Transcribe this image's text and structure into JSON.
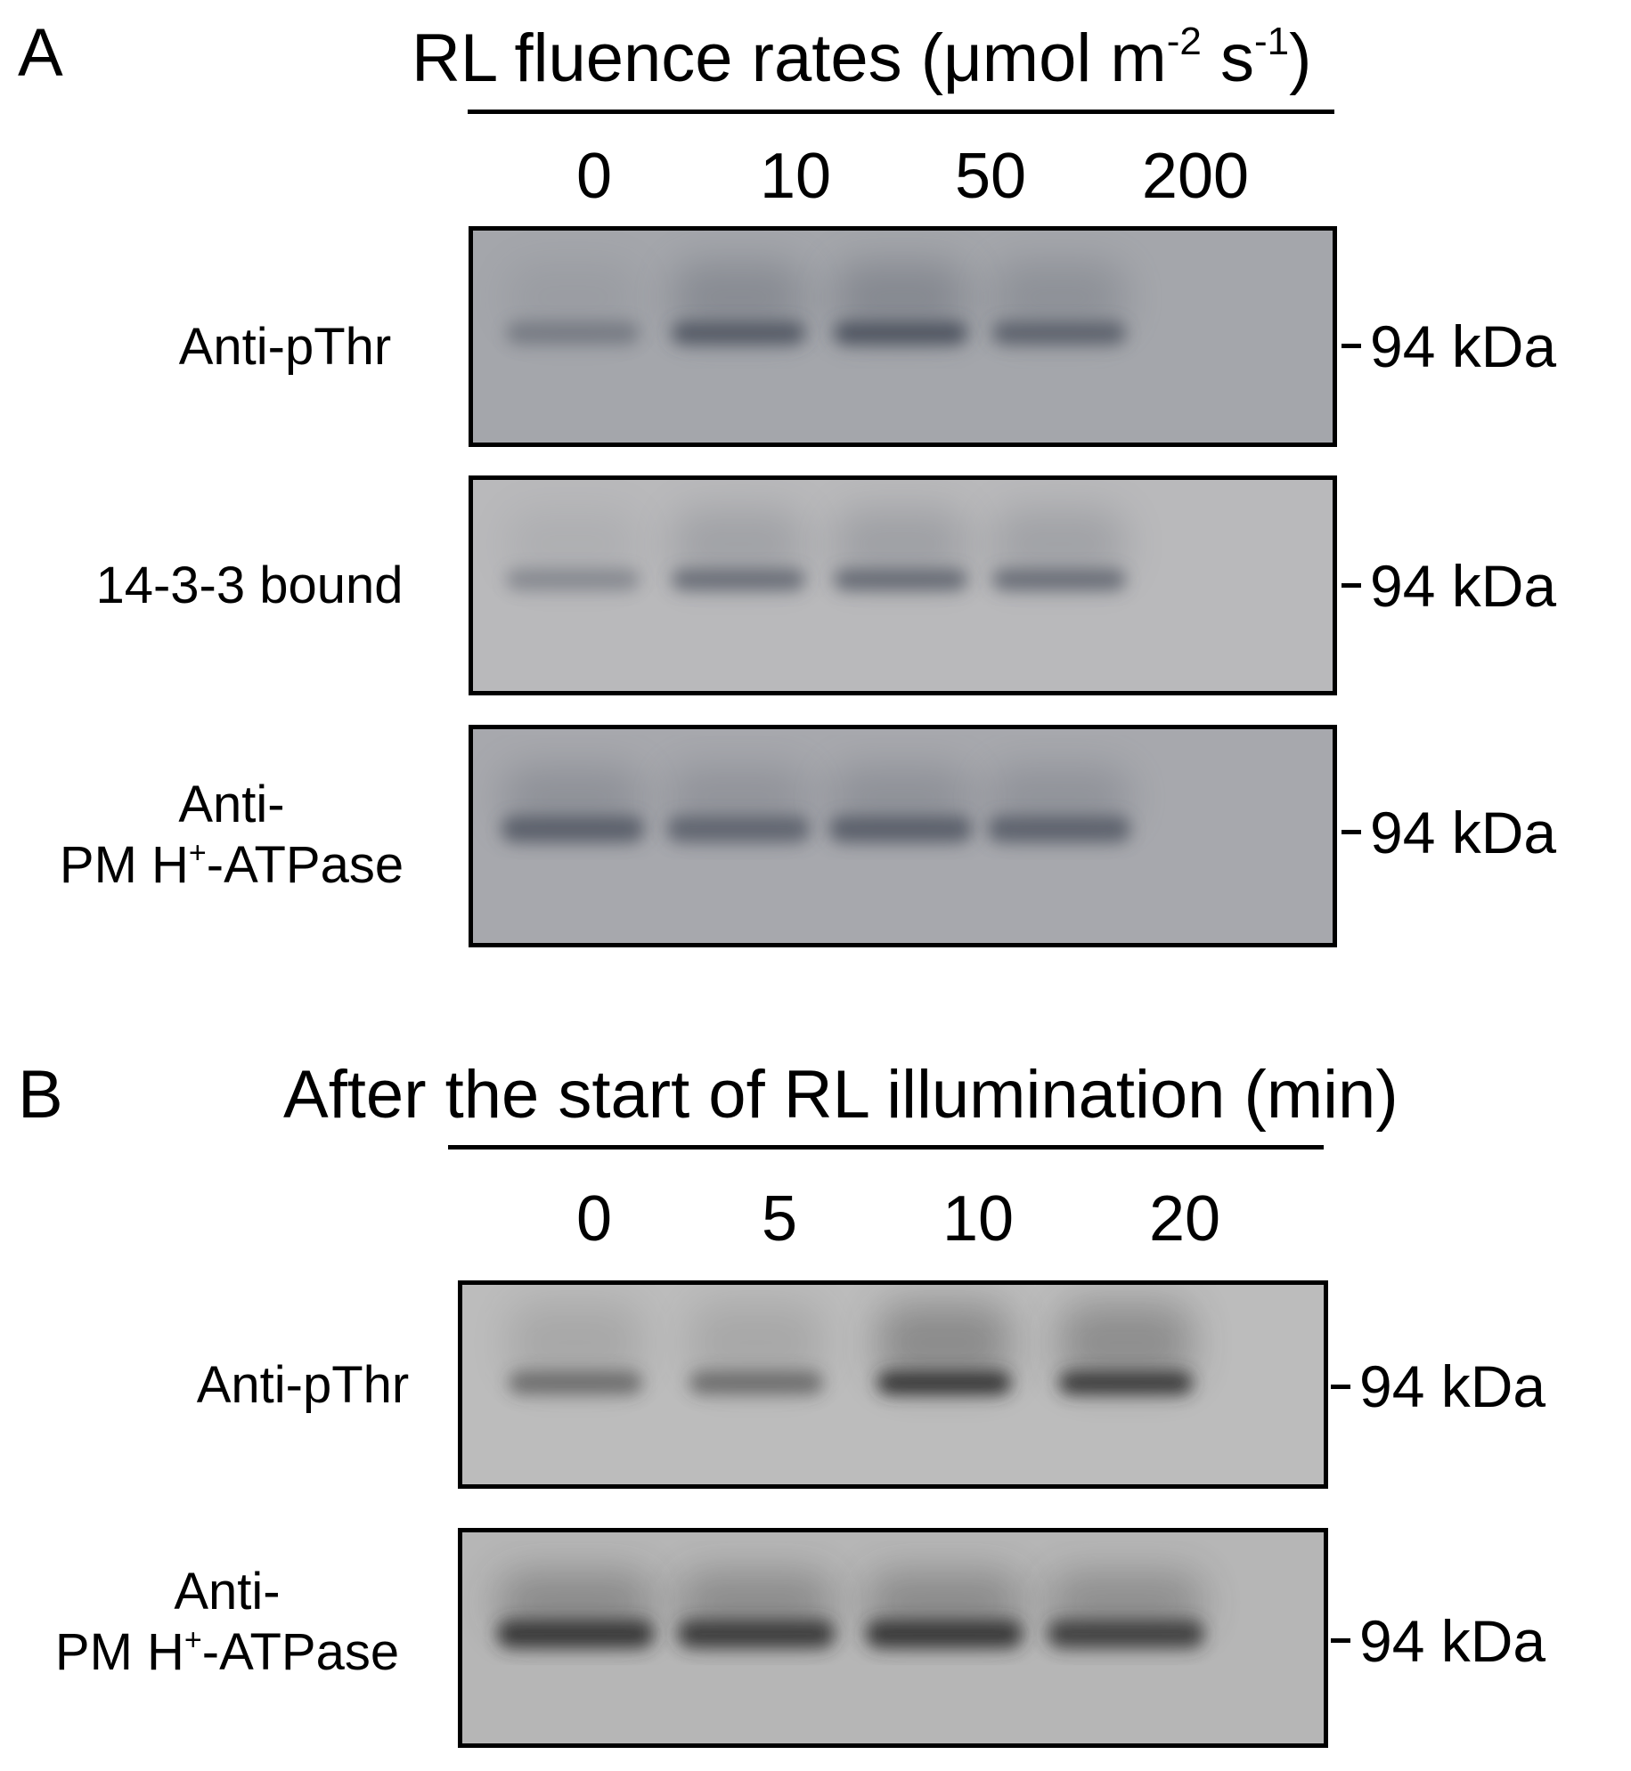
{
  "panel_a": {
    "letter": "A",
    "title_main": "RL fluence rates (μmol m",
    "title_sup1": "-2",
    "title_mid": " s",
    "title_sup2": "-1",
    "title_end": ")",
    "lanes": [
      "0",
      "10",
      "50",
      "200"
    ],
    "rows": [
      {
        "label_line1": "Anti-pThr",
        "marker": "94 kDa",
        "band_intensity": [
          0.3,
          0.85,
          0.95,
          0.7
        ]
      },
      {
        "label_line1": "14-3-3 bound",
        "marker": "94 kDa",
        "band_intensity": [
          0.25,
          0.6,
          0.65,
          0.6
        ]
      },
      {
        "label_line1": "Anti-",
        "label_line2_main": "PM H",
        "label_line2_sup": "+",
        "label_line2_end": "-ATPase",
        "marker": "94 kDa",
        "band_intensity": [
          0.75,
          0.65,
          0.75,
          0.7
        ]
      }
    ]
  },
  "panel_b": {
    "letter": "B",
    "title": "After the start of RL illumination (min)",
    "lanes": [
      "0",
      "5",
      "10",
      "20"
    ],
    "rows": [
      {
        "label_line1": "Anti-pThr",
        "marker": "94 kDa",
        "band_intensity": [
          0.4,
          0.4,
          1.0,
          0.95
        ]
      },
      {
        "label_line1": "Anti-",
        "label_line2_main": "PM H",
        "label_line2_sup": "+",
        "label_line2_end": "-ATPase",
        "marker": "94 kDa",
        "band_intensity": [
          0.95,
          0.9,
          0.95,
          0.85
        ]
      }
    ]
  },
  "colors": {
    "membrane_a1": "#a4a6ab",
    "membrane_a2": "#b9b9bb",
    "membrane_a3": "#a7a8ad",
    "membrane_b1": "#bcbcbc",
    "membrane_b2": "#b6b6b6",
    "band_a": "#4a4f5c",
    "band_b": "#303030"
  }
}
